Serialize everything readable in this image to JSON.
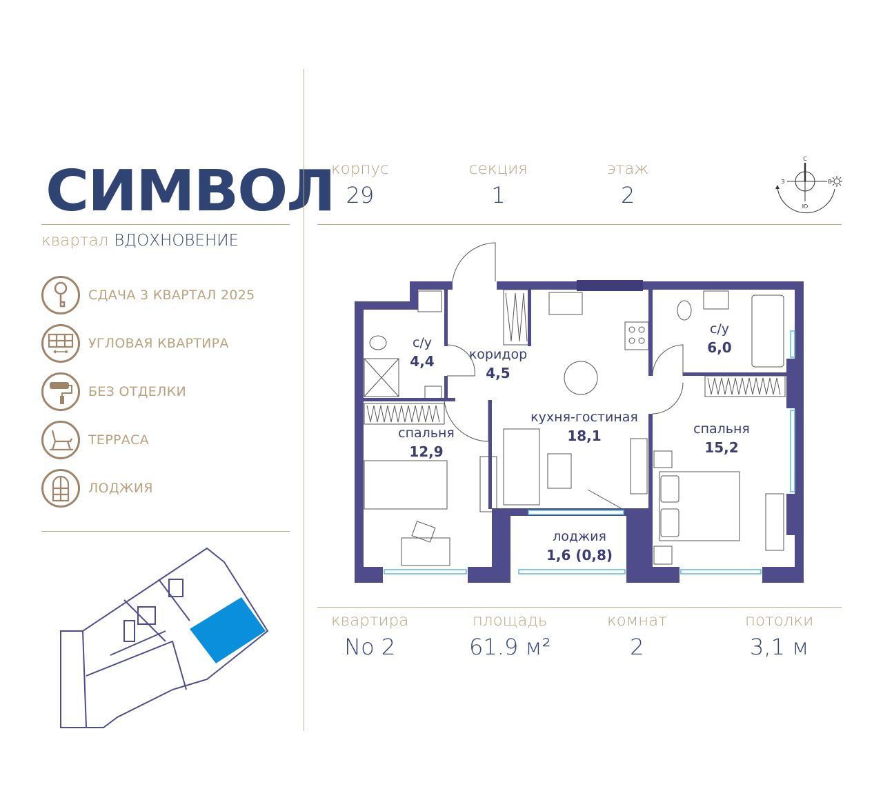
{
  "brand": {
    "logo": "СИМВОЛ",
    "district_prefix": "квартал",
    "district_name": "ВДОХНОВЕНИЕ"
  },
  "features": [
    {
      "icon": "key-icon",
      "label": "СДАЧА 3 КВАРТАЛ 2025"
    },
    {
      "icon": "corner-window-icon",
      "label": "УГЛОВАЯ КВАРТИРА"
    },
    {
      "icon": "paint-roller-icon",
      "label": "БЕЗ ОТДЕЛКИ"
    },
    {
      "icon": "lounge-chair-icon",
      "label": "ТЕРРАСА"
    },
    {
      "icon": "arched-window-icon",
      "label": "ЛОДЖИЯ"
    }
  ],
  "header": [
    {
      "label": "корпус",
      "value": "29"
    },
    {
      "label": "секция",
      "value": "1"
    },
    {
      "label": "этаж",
      "value": "2"
    }
  ],
  "compass": {
    "n": "С",
    "s": "Ю",
    "w": "З",
    "e": "В"
  },
  "rooms": [
    {
      "name": "с/у",
      "area": "4,4"
    },
    {
      "name": "коридор",
      "area": "4,5"
    },
    {
      "name": "кухня-гостиная",
      "area": "18,1"
    },
    {
      "name": "с/у",
      "area": "6,0"
    },
    {
      "name": "спальня",
      "area": "12,9"
    },
    {
      "name": "спальня",
      "area": "15,2"
    },
    {
      "name": "лоджия",
      "area": "1,6 (0,8)"
    }
  ],
  "footer": [
    {
      "label": "квартира",
      "value": "No 2"
    },
    {
      "label": "площадь",
      "value": "61.9 м²"
    },
    {
      "label": "комнат",
      "value": "2"
    },
    {
      "label": "потолки",
      "value": "3,1 м"
    }
  ],
  "colors": {
    "walls": "#4f4c8c",
    "gold": "#b9a37e",
    "navy": "#2f4472",
    "highlight": "#0a8fdc"
  }
}
